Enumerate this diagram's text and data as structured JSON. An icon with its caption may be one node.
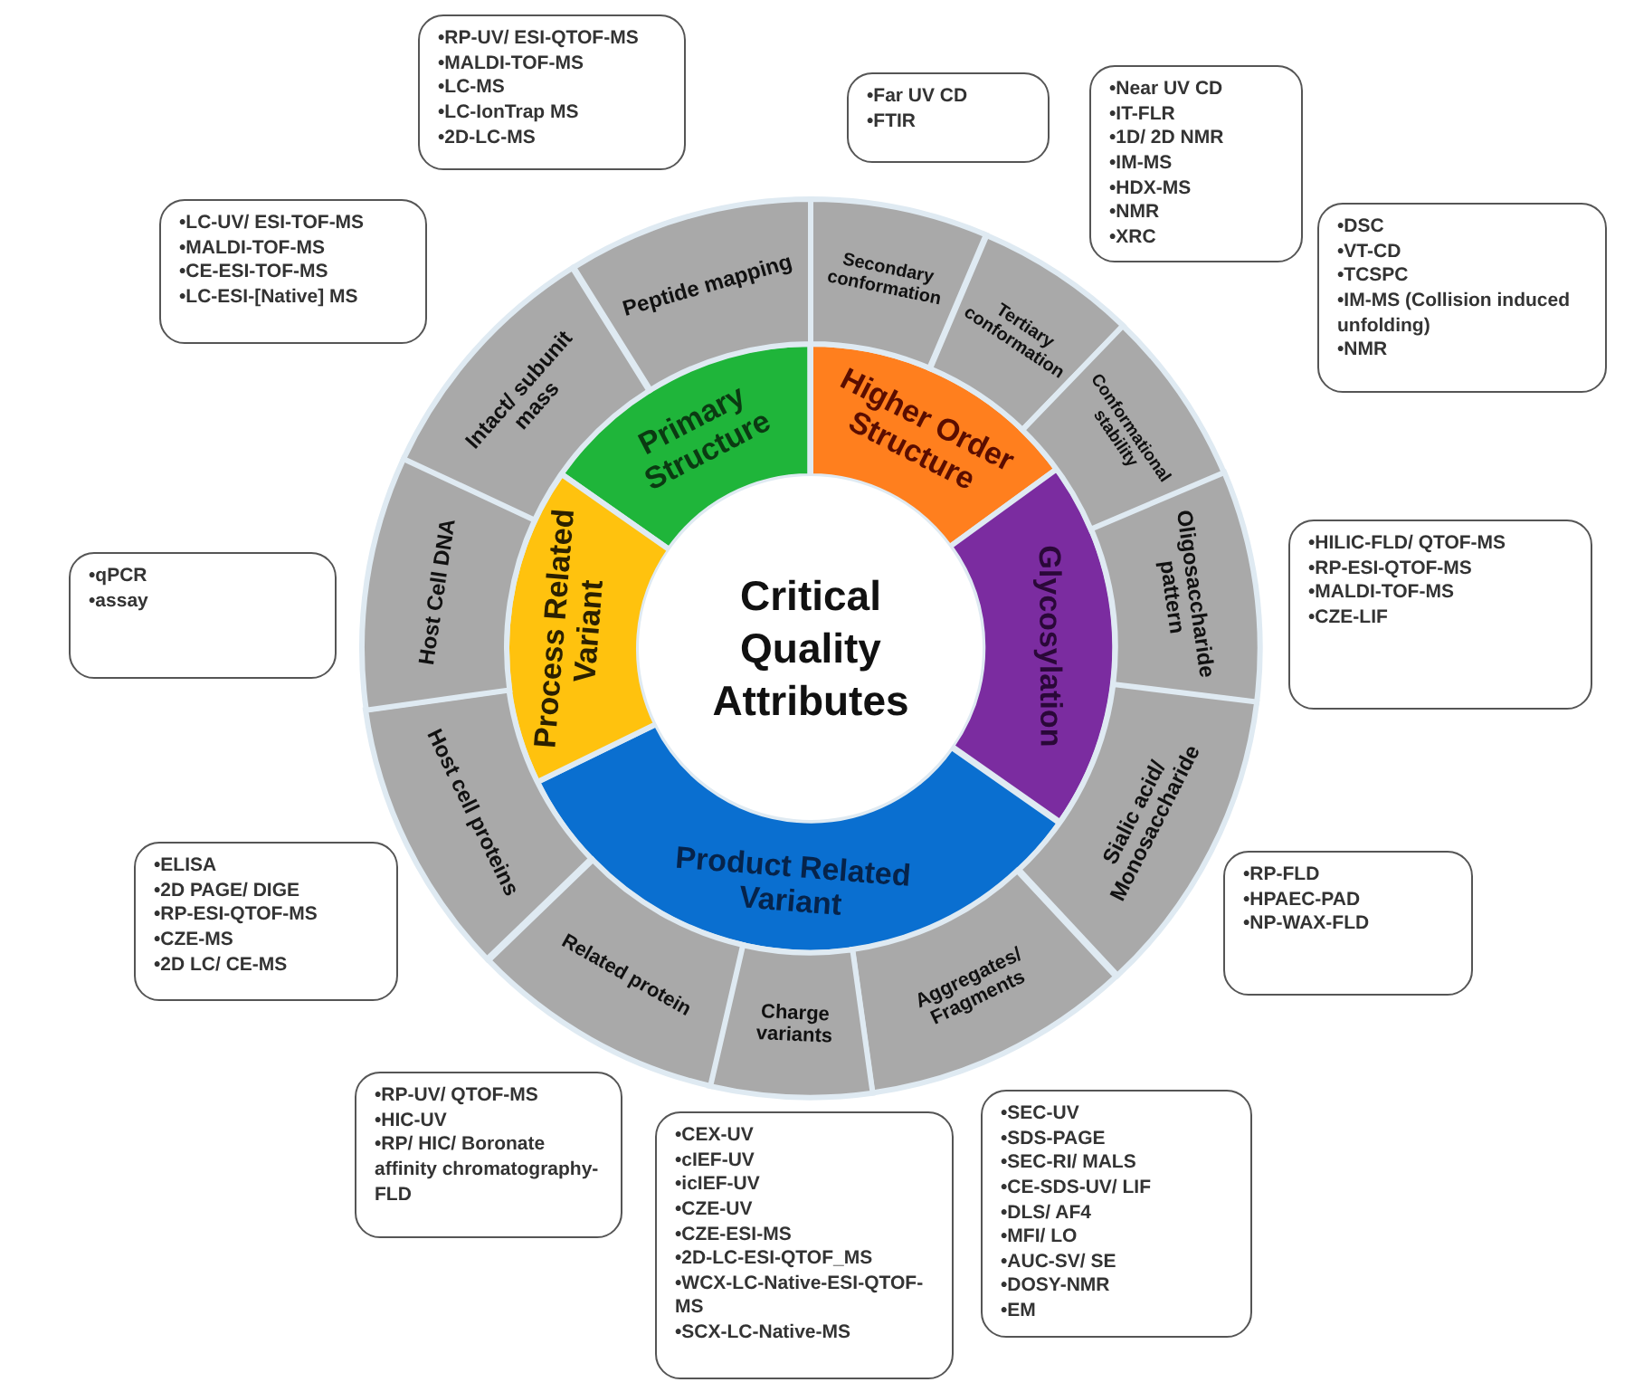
{
  "diagram": {
    "nodes": [
      {
        "text": [
          "Critical Quality Attributes"
        ]
      },
      {
        "text": [
          "Primary Structure"
        ]
      },
      {
        "text": [
          "Higher Order Structure"
        ]
      },
      {
        "text": [
          "Glycosylation"
        ]
      },
      {
        "text": [
          "Product Related Variant"
        ]
      },
      {
        "text": [
          "Process Related Variant"
        ]
      },
      {
        "text": [
          "Peptide mapping"
        ]
      },
      {
        "text": [
          "Secondary conformation"
        ]
      },
      {
        "text": [
          "Tertiary conformation"
        ]
      },
      {
        "text": [
          "Conformational stability"
        ]
      },
      {
        "text": [
          "Oligosaccharide pattern"
        ]
      },
      {
        "text": [
          "Sialic acid/ Monosaccharide"
        ]
      },
      {
        "text": [
          "Aggregates/ Fragments"
        ]
      },
      {
        "text": [
          "Charge variants"
        ]
      },
      {
        "text": [
          "Related protein"
        ]
      },
      {
        "text": [
          "Host cell proteins"
        ]
      },
      {
        "text": [
          "Host Cell DNA"
        ]
      },
      {
        "text": [
          "Intact/ subunit mass"
        ]
      },
      {
        "text": [
          "•RP-UV/ ESI-QTOF-MS",
          "•MALDI-TOF-MS",
          "•LC-MS",
          "•LC-IonTrap MS",
          "•2D-LC-MS"
        ]
      },
      {
        "text": [
          "•LC-UV/ ESI-TOF-MS",
          "•MALDI-TOF-MS",
          "•CE-ESI-TOF-MS",
          "•LC-ESI-[Native] MS"
        ]
      },
      {
        "text": [
          "•Far UV CD",
          "•FTIR"
        ]
      },
      {
        "text": [
          "•Near UV CD",
          "•IT-FLR",
          "•1D/ 2D NMR",
          "•IM-MS",
          "•HDX-MS",
          "•NMR",
          "•XRC"
        ]
      },
      {
        "text": [
          "•DSC",
          "•VT-CD",
          "•TCSPC",
          "•IM-MS (Collision induced unfolding)",
          "•NMR"
        ]
      },
      {
        "text": [
          "•qPCR",
          "•assay"
        ]
      },
      {
        "text": [
          "•HILIC-FLD/ QTOF-MS",
          "•RP-ESI-QTOF-MS",
          "•MALDI-TOF-MS",
          "•CZE-LIF"
        ]
      },
      {
        "text": [
          "•RP-FLD",
          "•HPAEC-PAD",
          "•NP-WAX-FLD"
        ]
      },
      {
        "text": [
          "•ELISA",
          "•2D PAGE/ DIGE",
          "•RP-ESI-QTOF-MS",
          "•CZE-MS",
          "•2D LC/ CE-MS"
        ]
      },
      {
        "text": [
          "•RP-UV/ QTOF-MS",
          "•HIC-UV",
          "•RP/ HIC/ Boronate affinity chromatography-FLD"
        ]
      },
      {
        "text": [
          "•CEX-UV",
          "•cIEF-UV",
          "•icIEF-UV",
          "•CZE-UV",
          "•CZE-ESI-MS",
          "•2D-LC-ESI-QTOF_MS",
          "•WCX-LC-Native-ESI-QTOF-MS",
          "•SCX-LC-Native-MS"
        ]
      },
      {
        "text": [
          "•SEC-UV",
          "•SDS-PAGE",
          "•SEC-RI/ MALS",
          "•CE-SDS-UV/ LIF",
          "•DLS/ AF4",
          "•MFI/ LO",
          "•AUC-SV/ SE",
          "•DOSY-NMR",
          "•EM"
        ]
      }
    ]
  }
}
